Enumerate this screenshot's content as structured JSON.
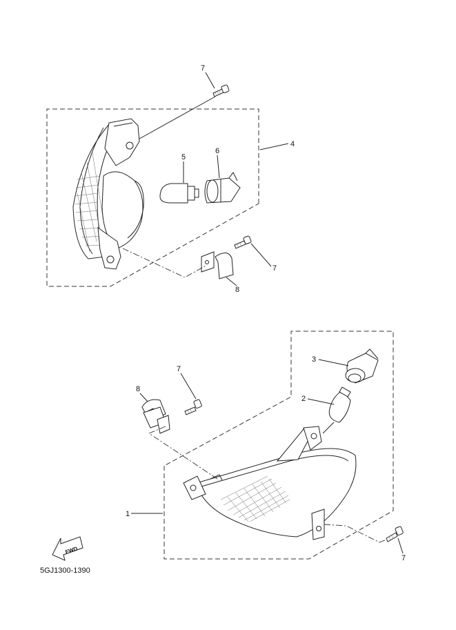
{
  "callouts": {
    "c7_top": "7",
    "c4": "4",
    "c5": "5",
    "c6": "6",
    "c7_mid": "7",
    "c8_top": "8",
    "c3": "3",
    "c2": "2",
    "c7_lower": "7",
    "c8_lower": "8",
    "c1": "1",
    "c7_bottom": "7"
  },
  "fwd_label": "FWD",
  "catalog_number": "5GJ1300-1390"
}
